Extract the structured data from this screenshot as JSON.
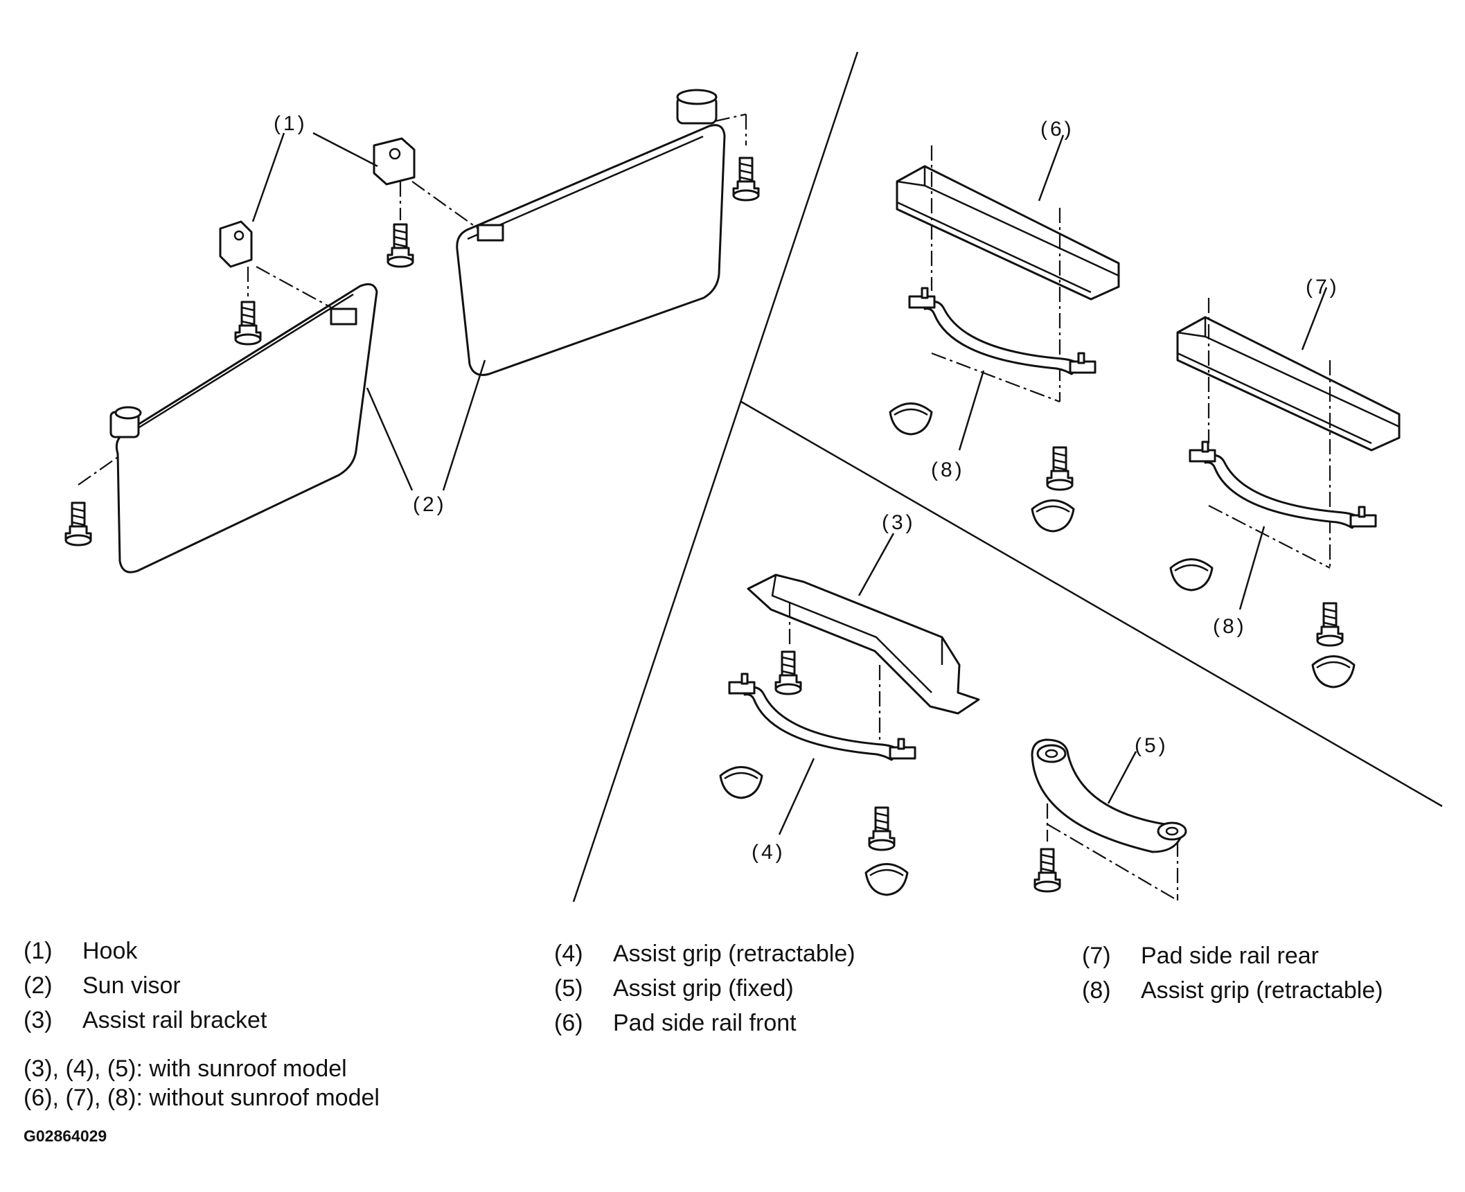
{
  "callouts": {
    "c1": "(1)",
    "c2": "(2)",
    "c3": "(3)",
    "c4": "(4)",
    "c5": "(5)",
    "c6": "(6)",
    "c7": "(7)",
    "c8a": "(8)",
    "c8b": "(8)"
  },
  "legend": [
    {
      "num": "(1)",
      "label": "Hook"
    },
    {
      "num": "(2)",
      "label": "Sun visor"
    },
    {
      "num": "(3)",
      "label": "Assist rail bracket"
    },
    {
      "num": "(4)",
      "label": "Assist grip (retractable)"
    },
    {
      "num": "(5)",
      "label": "Assist grip (fixed)"
    },
    {
      "num": "(6)",
      "label": "Pad side rail front"
    },
    {
      "num": "(7)",
      "label": "Pad side rail rear"
    },
    {
      "num": "(8)",
      "label": "Assist grip (retractable)"
    }
  ],
  "notes": [
    "(3), (4), (5): with sunroof model",
    "(6), (7), (8): without sunroof model"
  ],
  "figure_id": "G02864029"
}
